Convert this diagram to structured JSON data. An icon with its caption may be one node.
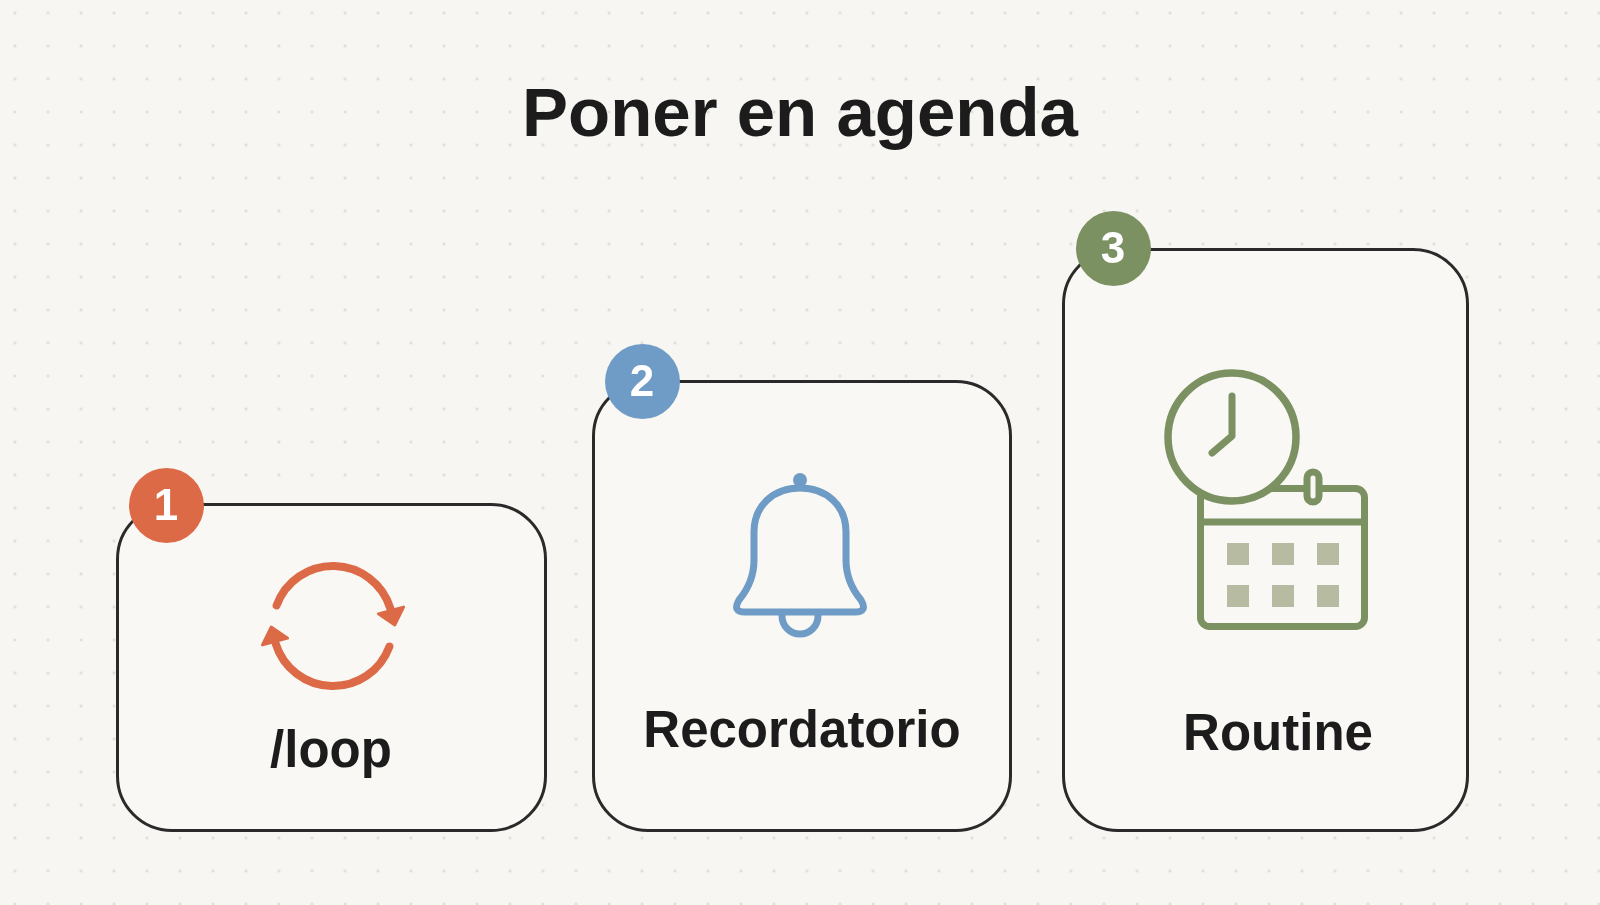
{
  "diagram": {
    "title": "Poner en agenda",
    "nodes": [
      {
        "text": [
          "1"
        ]
      },
      {
        "text": [
          "/loop"
        ]
      },
      {
        "text": [
          "2"
        ]
      },
      {
        "text": [
          "Recordatorio"
        ]
      },
      {
        "text": [
          "3"
        ]
      },
      {
        "text": [
          "Routine"
        ]
      }
    ]
  }
}
